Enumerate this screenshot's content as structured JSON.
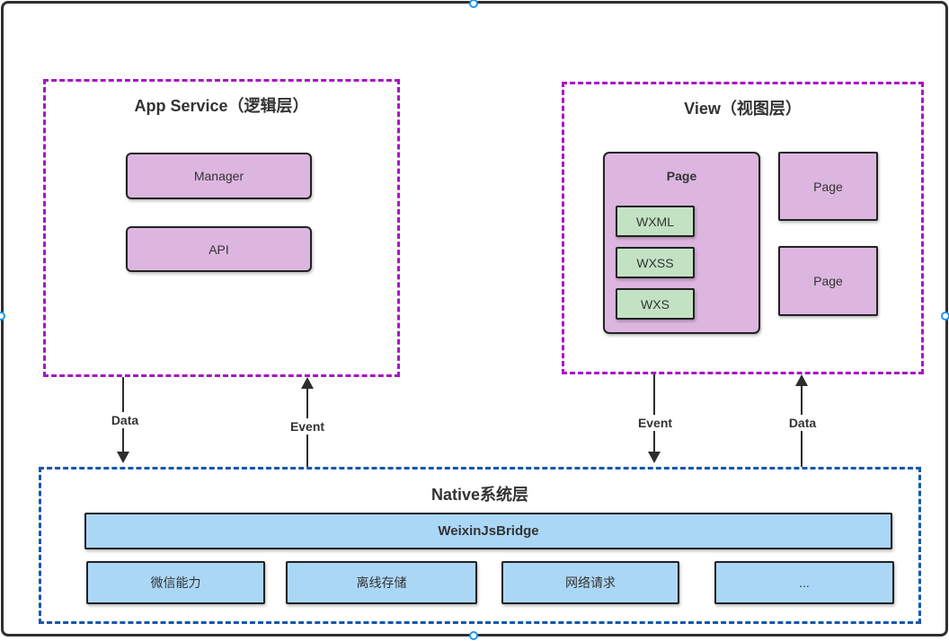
{
  "app_service": {
    "title": "App Service（逻辑层）",
    "boxes": [
      {
        "label": "Manager"
      },
      {
        "label": "API"
      }
    ]
  },
  "view": {
    "title": "View（视图层）",
    "page_group": {
      "title": "Page",
      "children": [
        {
          "label": "WXML"
        },
        {
          "label": "WXSS"
        },
        {
          "label": "WXS"
        }
      ]
    },
    "pages": [
      {
        "label": "Page"
      },
      {
        "label": "Page"
      }
    ]
  },
  "native": {
    "title": "Native系统层",
    "bridge_label": "WeixinJsBridge",
    "capabilities": [
      {
        "label": "微信能力"
      },
      {
        "label": "离线存储"
      },
      {
        "label": "网络请求"
      },
      {
        "label": "..."
      }
    ]
  },
  "arrows": [
    {
      "label": "Data",
      "direction": "down",
      "from": "App Service",
      "to": "Native"
    },
    {
      "label": "Event",
      "direction": "up",
      "from": "Native",
      "to": "App Service"
    },
    {
      "label": "Event",
      "direction": "down",
      "from": "View",
      "to": "Native"
    },
    {
      "label": "Data",
      "direction": "up",
      "from": "Native",
      "to": "View"
    }
  ],
  "colors": {
    "magenta_dash": "#a816c6",
    "blue_dash": "#1757ad",
    "purple_fill": "#ddb6e0",
    "green_fill": "#c3e2c4",
    "blue_fill": "#abd7f7",
    "node_border": "#222222",
    "frame_border": "#2f2f2f",
    "handle_accent": "#2196f3",
    "text": "#333333"
  }
}
